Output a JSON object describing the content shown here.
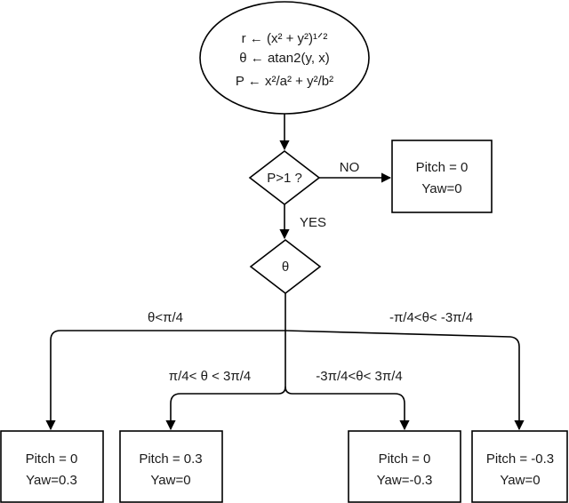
{
  "start": {
    "line1": "r ← (x² + y²)¹ᐟ²",
    "line2": "θ ← atan2(y, x)",
    "line3": "P ← x²/a² +  y²/b²"
  },
  "decision_p": {
    "label": "P>1 ?",
    "no_label": "NO",
    "yes_label": "YES"
  },
  "decision_theta": {
    "label": "θ"
  },
  "result_no": {
    "line1": "Pitch = 0",
    "line2": "Yaw=0"
  },
  "branches": [
    {
      "condition": "θ<π/4",
      "line1": "Pitch = 0",
      "line2": "Yaw=0.3"
    },
    {
      "condition": "π/4< θ < 3π/4",
      "line1": "Pitch = 0.3",
      "line2": "Yaw=0"
    },
    {
      "condition": "-3π/4<θ< 3π/4",
      "line1": "Pitch = 0",
      "line2": "Yaw=-0.3"
    },
    {
      "condition": "-π/4<θ< -3π/4",
      "line1": "Pitch = -0.3",
      "line2": "Yaw=0"
    }
  ]
}
